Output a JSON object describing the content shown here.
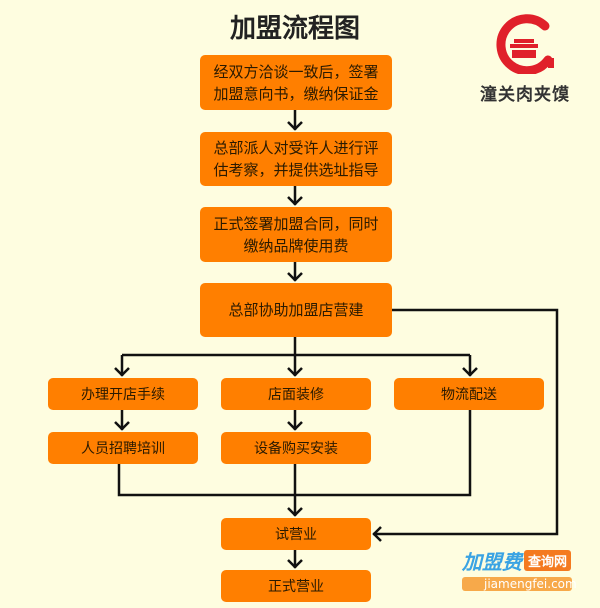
{
  "title": "加盟流程图",
  "logo": {
    "brand_name": "潼关肉夹馍",
    "accent": "#e0202a"
  },
  "steps": [
    "经双方洽谈一致后，签署加盟意向书，缴纳保证金",
    "总部派人对受许人进行评估考察，并提供选址指导",
    "正式签署加盟合同，同时缴纳品牌使用费",
    "总部协助加盟店营建"
  ],
  "branches": {
    "left": [
      "办理开店手续",
      "人员招聘培训"
    ],
    "middle": [
      "店面装修",
      "设备购买安装"
    ],
    "right": [
      "物流配送"
    ]
  },
  "final_steps": [
    "试营业",
    "正式营业"
  ],
  "watermark": {
    "part1": "加盟费",
    "part2": "查询网",
    "domain": "jiamengfei.com"
  },
  "colors": {
    "box": "#ff7f00",
    "background": "#fefde0",
    "line": "#111111"
  }
}
